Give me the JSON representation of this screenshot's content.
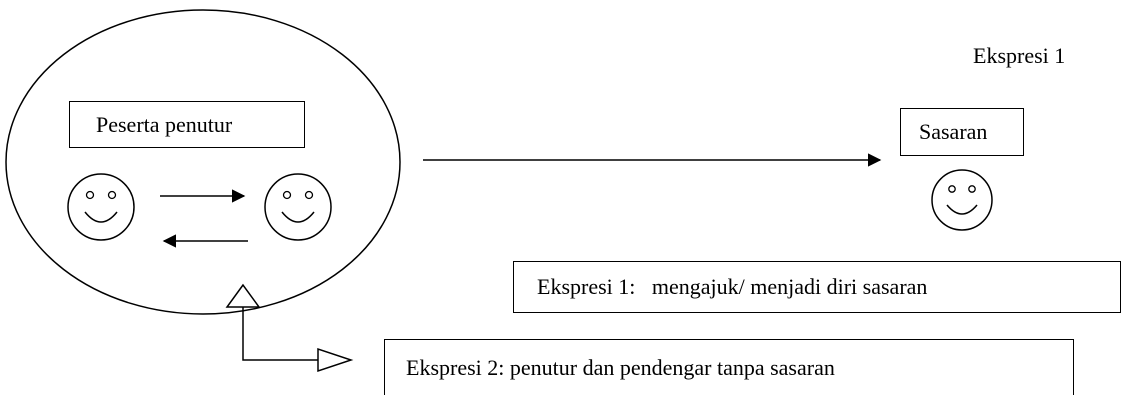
{
  "labels": {
    "top_right": "Ekspresi 1",
    "participant_box": "Peserta penutur",
    "target_box": "Sasaran",
    "expression1_box": "Ekspresi 1:   mengajuk/ menjadi diri sasaran",
    "expression2_box": "Ekspresi 2: penutur dan pendengar tanpa sasaran"
  },
  "colors": {
    "stroke": "#000000",
    "background": "#ffffff"
  },
  "icons": [
    "smiley-face-icon",
    "arrow-right-icon",
    "arrow-left-icon",
    "hollow-triangle-arrow-icon"
  ]
}
